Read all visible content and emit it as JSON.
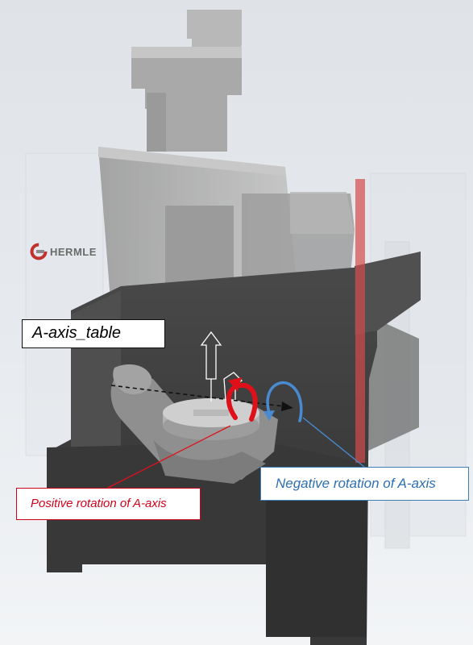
{
  "labels": {
    "axis_table": "A-axis_table",
    "positive_rotation": "Positive rotation of A-axis",
    "negative_rotation": "Negative rotation of A-axis"
  },
  "logo": {
    "text": "HERMLE"
  },
  "colors": {
    "positive": "#d0021b",
    "negative": "#3b7fbf",
    "machine_dark": "#3c3c3c",
    "machine_light": "#b4b4b4"
  },
  "icons": {
    "positive_arrow": "curved-arrow-red",
    "negative_arrow": "curved-arrow-blue",
    "axis_line": "dashed-arrow-black",
    "logo_mark": "hermle-ring-logo"
  }
}
